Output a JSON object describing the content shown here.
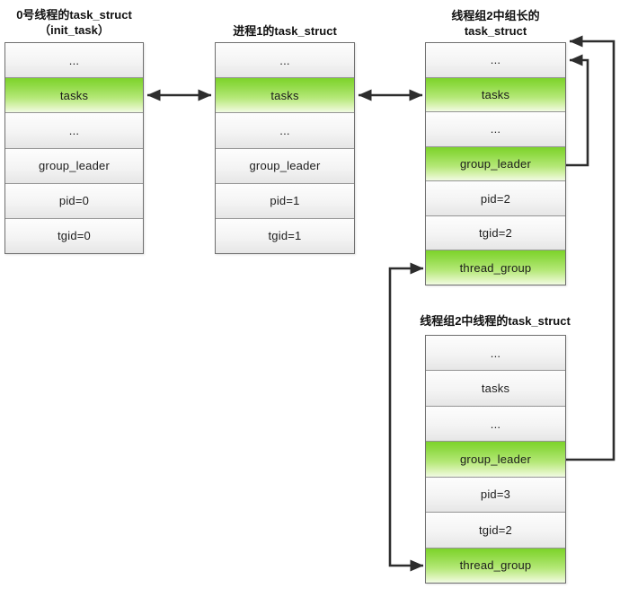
{
  "diagram": {
    "colors": {
      "highlight_green_top": "#7dd32a",
      "row_gray_bottom": "#e6e6e6",
      "line_color": "#2d2d2d"
    },
    "tables": [
      {
        "id": "init_task",
        "title_line1": "0号线程的task_struct",
        "title_line2": "（init_task）",
        "rows": [
          {
            "label": "...",
            "highlight": false
          },
          {
            "label": "tasks",
            "highlight": true
          },
          {
            "label": "...",
            "highlight": false
          },
          {
            "label": "group_leader",
            "highlight": false
          },
          {
            "label": "pid=0",
            "highlight": false
          },
          {
            "label": "tgid=0",
            "highlight": false
          }
        ]
      },
      {
        "id": "process1",
        "title_line1": "进程1的task_struct",
        "title_line2": "",
        "rows": [
          {
            "label": "...",
            "highlight": false
          },
          {
            "label": "tasks",
            "highlight": true
          },
          {
            "label": "...",
            "highlight": false
          },
          {
            "label": "group_leader",
            "highlight": false
          },
          {
            "label": "pid=1",
            "highlight": false
          },
          {
            "label": "tgid=1",
            "highlight": false
          }
        ]
      },
      {
        "id": "group2_leader",
        "title_line1": "线程组2中组长的",
        "title_line2": "task_struct",
        "rows": [
          {
            "label": "...",
            "highlight": false
          },
          {
            "label": "tasks",
            "highlight": true
          },
          {
            "label": "...",
            "highlight": false
          },
          {
            "label": "group_leader",
            "highlight": true
          },
          {
            "label": "pid=2",
            "highlight": false
          },
          {
            "label": "tgid=2",
            "highlight": false
          },
          {
            "label": "thread_group",
            "highlight": true
          }
        ]
      },
      {
        "id": "group2_thread",
        "title_line1": "线程组2中线程的task_struct",
        "title_line2": "",
        "rows": [
          {
            "label": "...",
            "highlight": false
          },
          {
            "label": "tasks",
            "highlight": false
          },
          {
            "label": "...",
            "highlight": false
          },
          {
            "label": "group_leader",
            "highlight": true
          },
          {
            "label": "pid=3",
            "highlight": false
          },
          {
            "label": "tgid=2",
            "highlight": false
          },
          {
            "label": "thread_group",
            "highlight": true
          }
        ]
      }
    ],
    "connections": [
      {
        "from": "init_task.tasks",
        "to": "process1.tasks",
        "style": "double-headed"
      },
      {
        "from": "process1.tasks",
        "to": "group2_leader.tasks",
        "style": "double-headed"
      },
      {
        "from": "group2_leader.thread_group",
        "to": "group2_thread.thread_group",
        "style": "double-headed-loop-left"
      },
      {
        "from": "group2_leader.group_leader",
        "to": "group2_leader.top",
        "style": "single-loop-right-inner"
      },
      {
        "from": "group2_thread.group_leader",
        "to": "group2_leader.top",
        "style": "single-loop-right-outer"
      }
    ]
  }
}
